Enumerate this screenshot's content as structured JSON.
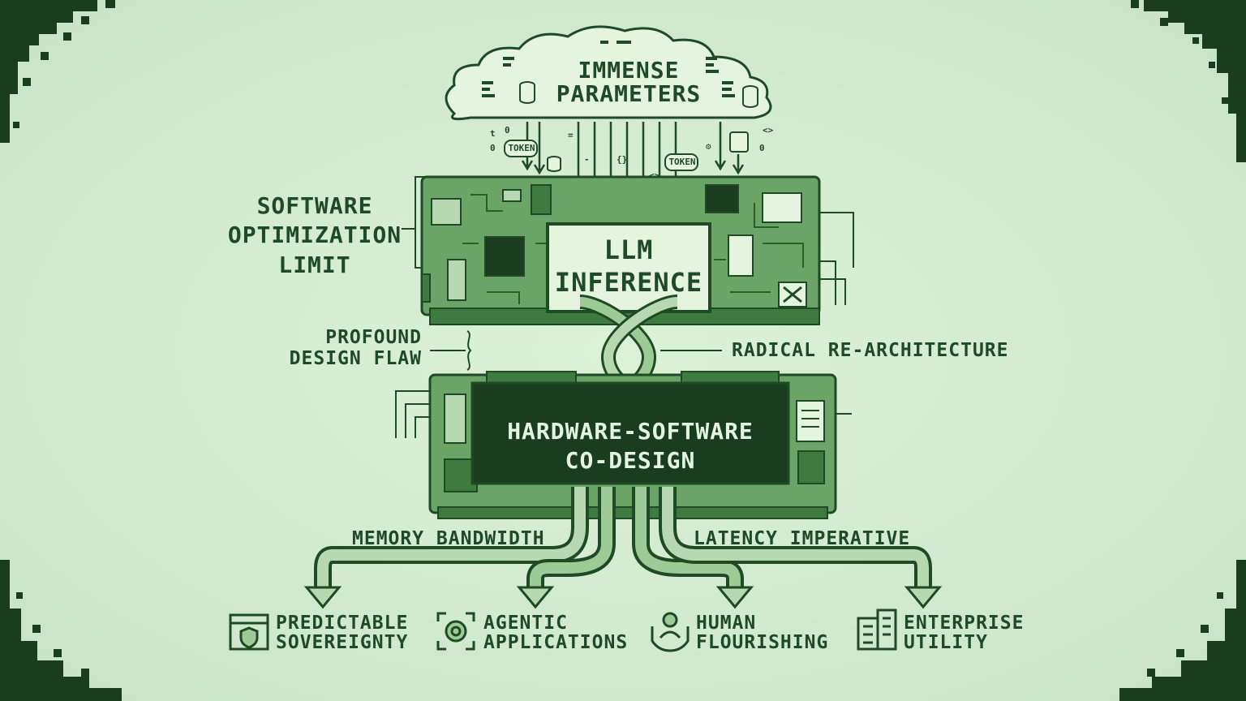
{
  "cloud": {
    "line1": "IMMENSE",
    "line2": "PARAMETERS"
  },
  "tokens": [
    "token",
    "token"
  ],
  "left_label": {
    "line1": "SOFTWARE",
    "line2": "OPTIMIZATION",
    "line3": "LIMIT"
  },
  "llm_box": {
    "line1": "LLM",
    "line2": "INFERENCE"
  },
  "flaw_label": {
    "line1": "PROFOUND",
    "line2": "DESIGN FLAW"
  },
  "radical_label": "RADICAL RE-ARCHITECTURE",
  "codesign_box": {
    "line1": "HARDWARE-SOFTWARE",
    "line2": "CO-DESIGN"
  },
  "memory_label": "MEMORY BANDWIDTH",
  "latency_label": "LATENCY IMPERATIVE",
  "outcomes": [
    {
      "line1": "PREDICTABLE",
      "line2": "SOVEREIGNTY",
      "icon": "browser-shield-icon"
    },
    {
      "line1": "AGENTIC",
      "line2": "APPLICATIONS",
      "icon": "gear-target-icon"
    },
    {
      "line1": "HUMAN",
      "line2": "FLOURISHING",
      "icon": "person-hands-icon"
    },
    {
      "line1": "ENTERPRISE",
      "line2": "UTILITY",
      "icon": "building-icon"
    }
  ],
  "colors": {
    "background": "#d4ecd0",
    "ink": "#1f4a26",
    "dark_panel": "#1a3d20",
    "board": "#5e9a5c",
    "light_panel": "#e4f4df"
  }
}
